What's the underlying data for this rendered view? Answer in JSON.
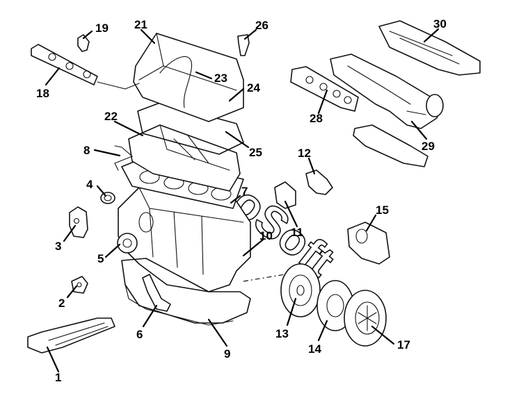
{
  "diagram": {
    "watermark": "oSoft",
    "callouts": [
      {
        "id": "c1",
        "label": "1"
      },
      {
        "id": "c2",
        "label": "2"
      },
      {
        "id": "c3",
        "label": "3"
      },
      {
        "id": "c4",
        "label": "4"
      },
      {
        "id": "c5",
        "label": "5"
      },
      {
        "id": "c6",
        "label": "6"
      },
      {
        "id": "c7",
        "label": "7"
      },
      {
        "id": "c8",
        "label": "8"
      },
      {
        "id": "c9",
        "label": "9"
      },
      {
        "id": "c10",
        "label": "10"
      },
      {
        "id": "c11",
        "label": "11"
      },
      {
        "id": "c12",
        "label": "12"
      },
      {
        "id": "c13",
        "label": "13"
      },
      {
        "id": "c14",
        "label": "14"
      },
      {
        "id": "c15",
        "label": "15"
      },
      {
        "id": "c17",
        "label": "17"
      },
      {
        "id": "c18",
        "label": "18"
      },
      {
        "id": "c19",
        "label": "19"
      },
      {
        "id": "c21",
        "label": "21"
      },
      {
        "id": "c22",
        "label": "22"
      },
      {
        "id": "c23",
        "label": "23"
      },
      {
        "id": "c24",
        "label": "24"
      },
      {
        "id": "c25",
        "label": "25"
      },
      {
        "id": "c26",
        "label": "26"
      },
      {
        "id": "c28",
        "label": "28"
      },
      {
        "id": "c29",
        "label": "29"
      },
      {
        "id": "c30",
        "label": "30"
      }
    ]
  }
}
